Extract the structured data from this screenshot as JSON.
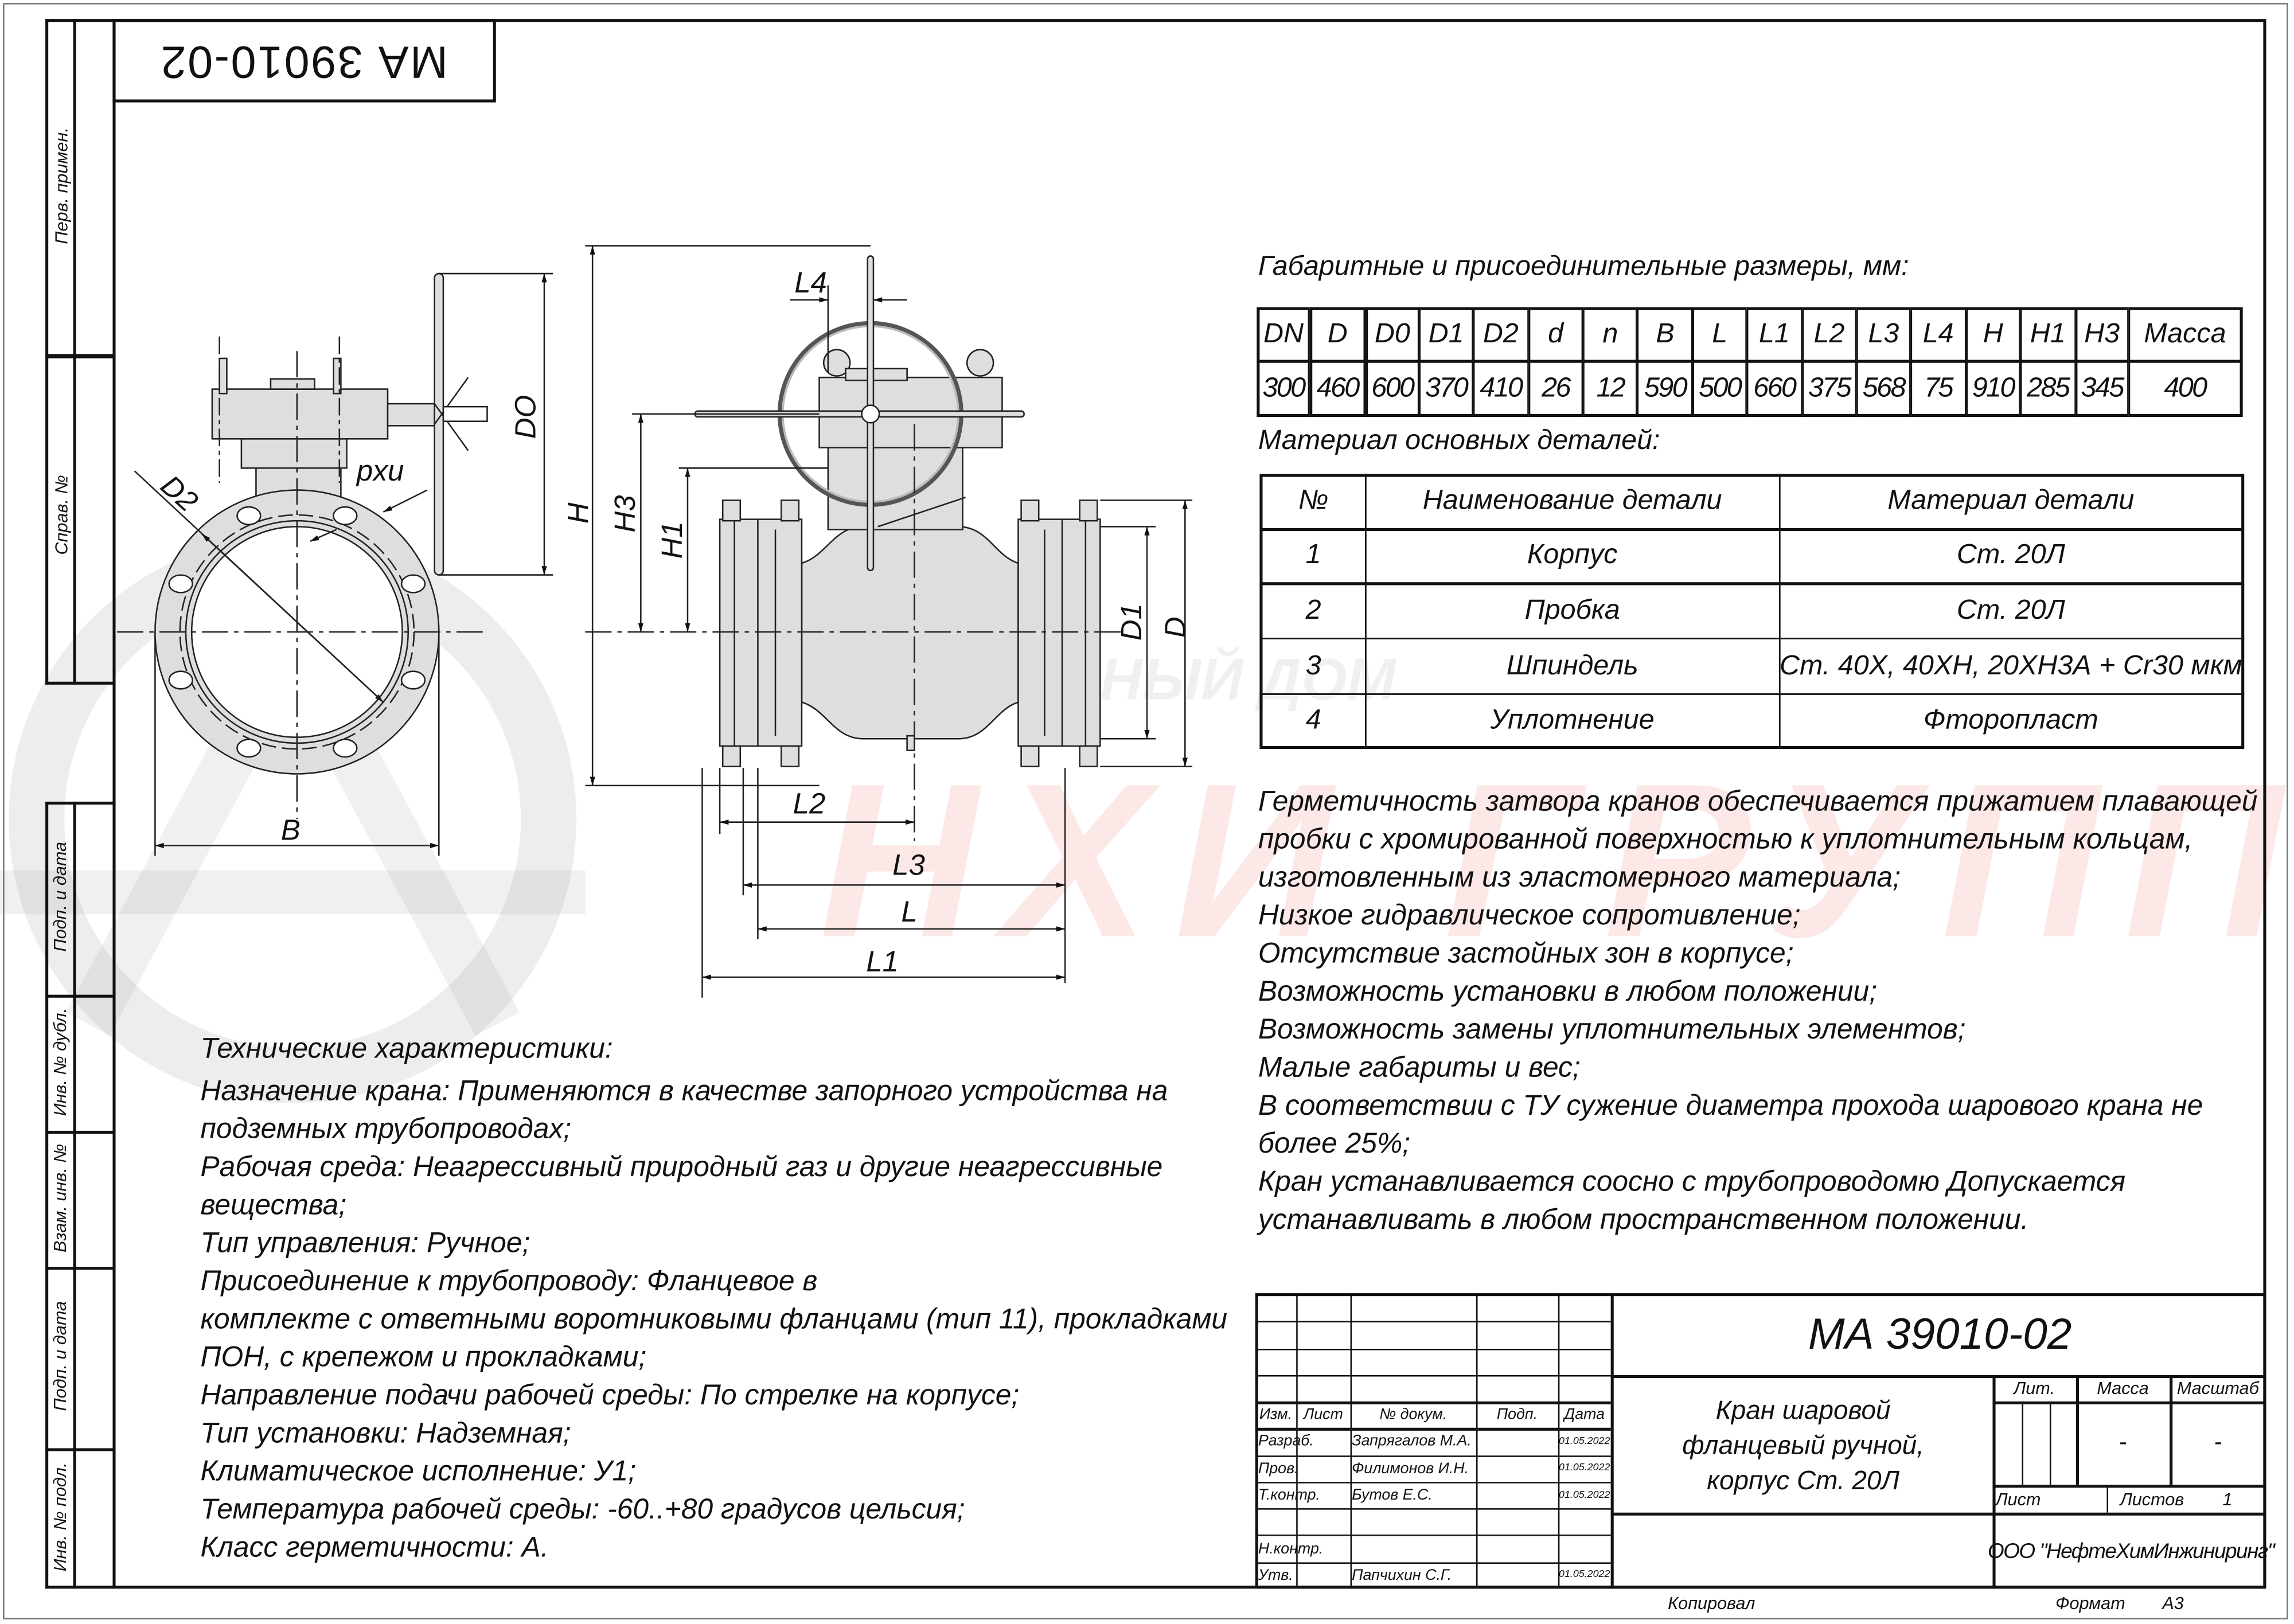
{
  "stamp_rotated": "МА 39010-02",
  "side_labels": {
    "perv_primen": "Перв. примен.",
    "sprav_no": "Справ. №",
    "podp_data_1": "Подп. и дата",
    "inv_dubl": "Инв. № дубл.",
    "vzam_inv": "Взам. инв. №",
    "podp_data_2": "Подп. и дата",
    "inv_podl": "Инв. № подл."
  },
  "drawing_labels": {
    "D2": "D2",
    "nxd": "nxd",
    "DO": "DO",
    "B": "B",
    "H": "H",
    "H3": "H3",
    "H1": "H1",
    "D1": "D1",
    "D": "D",
    "L4": "L4",
    "L2": "L2",
    "L3": "L3",
    "L": "L",
    "L1": "L1"
  },
  "dimensions": {
    "title": "Габаритные и присоединительные размеры, мм:",
    "headers": [
      "DN",
      "D",
      "D0",
      "D1",
      "D2",
      "d",
      "n",
      "B",
      "L",
      "L1",
      "L2",
      "L3",
      "L4",
      "H",
      "H1",
      "H3",
      "Масса"
    ],
    "values": [
      "300",
      "460",
      "600",
      "370",
      "410",
      "26",
      "12",
      "590",
      "500",
      "660",
      "375",
      "568",
      "75",
      "910",
      "285",
      "345",
      "400"
    ]
  },
  "materials": {
    "title": "Материал основных деталей:",
    "headers": [
      "№",
      "Наименование детали",
      "Материал детали"
    ],
    "rows": [
      [
        "1",
        "Корпус",
        "Ст. 20Л"
      ],
      [
        "2",
        "Пробка",
        "Ст. 20Л"
      ],
      [
        "3",
        "Шпиндель",
        "Ст. 40Х, 40ХН, 20ХН3А + Cr30 мкм"
      ],
      [
        "4",
        "Уплотнение",
        "Фторопласт"
      ]
    ]
  },
  "features": [
    "Герметичность затвора кранов обеспечивается прижатием плавающей",
    "пробки с хромированной поверхностью к уплотнительным кольцам,",
    "изготовленным из эластомерного материала;",
    "Низкое гидравлическое сопротивление;",
    "Отсутствие застойных зон в корпусе;",
    "Возможность установки в любом положении;",
    "Возможность замены уплотнительных элементов;",
    "Малые габариты и вес;",
    "В соответствии с ТУ сужение диаметра прохода шарового крана не",
    "более 25%;",
    "Кран устанавливается соосно с трубопроводомю Допускается",
    "устанавливать в любом пространственном положении."
  ],
  "tech": {
    "title": "Технические характеристики:",
    "lines": [
      "Назначение крана: Применяются в качестве запорного устройства на",
      "подземных трубопроводах;",
      "Рабочая среда: Неагрессивный природный газ и другие неагрессивные",
      "вещества;",
      "Тип управления: Ручное;",
      "Присоединение к трубопроводу: Фланцевое в",
      "комплекте с ответными воротниковыми фланцами (тип 11), прокладками",
      "ПОН, с крепежом и прокладками;",
      "Направление подачи рабочей среды: По стрелке на корпусе;",
      "Тип установки: Надземная;",
      "Климатическое исполнение: У1;",
      "Температура рабочей среды: -60..+80 градусов цельсия;",
      "Класс герметичности: А."
    ]
  },
  "title_block": {
    "designation": "МА 39010-02",
    "name_lines": [
      "Кран шаровой",
      "фланцевый ручной,",
      "корпус Ст. 20Л"
    ],
    "header": {
      "izm": "Изм.",
      "list": "Лист",
      "doc": "№ докум.",
      "podp": "Подп.",
      "data": "Дата"
    },
    "people": [
      {
        "role": "Разраб.",
        "name": "Запрягалов М.А.",
        "date": "01.05.2022"
      },
      {
        "role": "Пров.",
        "name": "Филимонов И.Н.",
        "date": "01.05.2022"
      },
      {
        "role": "Т.контр.",
        "name": "Бутов Е.С.",
        "date": "01.05.2022"
      },
      {
        "role": "Н.контр.",
        "name": "",
        "date": ""
      },
      {
        "role": "Утв.",
        "name": "Папчихин С.Г.",
        "date": "01.05.2022"
      }
    ],
    "lit_label": "Лит.",
    "mass_label": "Масса",
    "scale_label": "Масштаб",
    "mass_value": "-",
    "scale_value": "-",
    "sheet_label": "Лист",
    "sheets_label": "Листов",
    "sheets_value": "1",
    "organization": "ООО \"НефтеХимИнжиниринг\"",
    "copied": "Копировал",
    "format_label": "Формат",
    "format_value": "А3"
  },
  "watermark": {
    "text": "НХИ ГРУПП",
    "secondary": "АРМАТУРНЫЙ ДОМ"
  },
  "colors": {
    "line": "#111111",
    "fill": "#dedede",
    "watermark_red": "#e8503c"
  }
}
